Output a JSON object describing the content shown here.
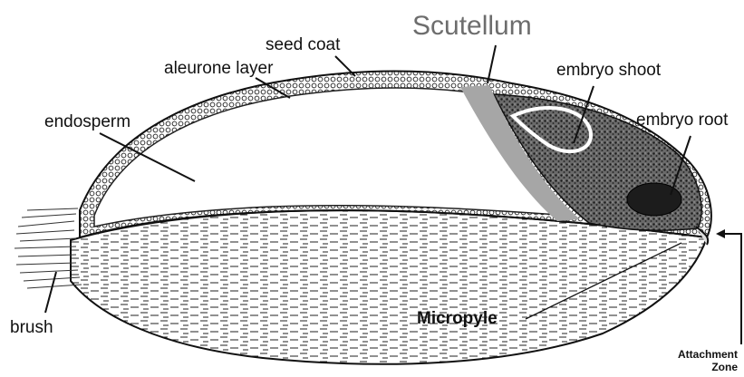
{
  "labels": {
    "scutellum": "Scutellum",
    "seed_coat": "seed coat",
    "aleurone_layer": "aleurone layer",
    "endosperm": "endosperm",
    "embryo_shoot": "embryo shoot",
    "embryo_root": "embryo root",
    "brush": "brush",
    "micropyle": "Micropyle",
    "attachment_zone_line1": "Attachment",
    "attachment_zone_line2": "Zone"
  }
}
